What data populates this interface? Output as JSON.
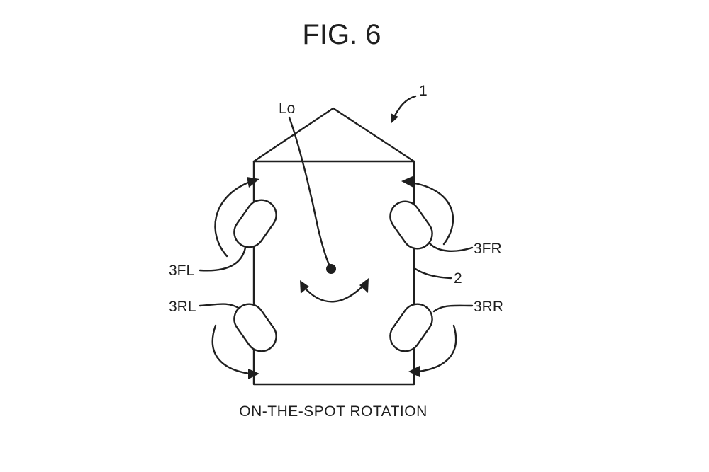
{
  "figure": {
    "title": "FIG. 6",
    "caption": "ON-THE-SPOT ROTATION"
  },
  "labels": {
    "vehicle": "1",
    "body": "2",
    "center": "Lo",
    "front_left": "3FL",
    "front_right": "3FR",
    "rear_left": "3RL",
    "rear_right": "3RR"
  },
  "colors": {
    "ink": "#1f1f1f",
    "background": "#ffffff"
  }
}
